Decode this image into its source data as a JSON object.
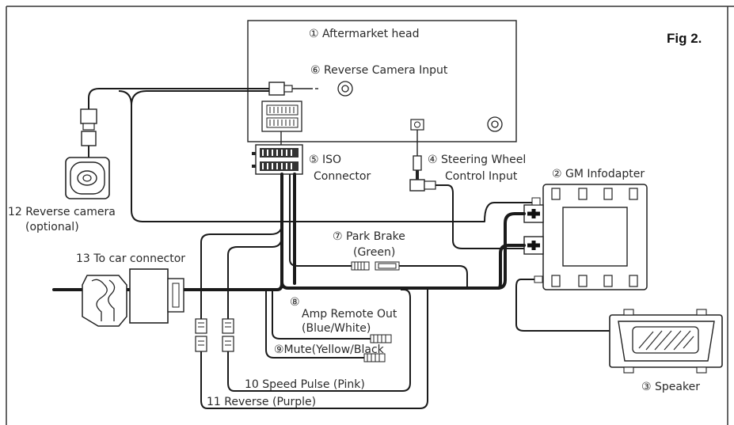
{
  "figure_label": "Fig 2.",
  "components": {
    "head_unit": "① Aftermarket head",
    "reverse_camera_input": "⑥ Reverse Camera Input",
    "iso_connector_line1": "⑤ ISO",
    "iso_connector_line2": "Connector",
    "steering_input_line1": "④ Steering Wheel",
    "steering_input_line2": "Control Input",
    "infodapter": "② GM Infodapter",
    "speaker": "③ Speaker",
    "reverse_camera_line1": "12  Reverse camera",
    "reverse_camera_line2": "(optional)",
    "car_connector": "13 To car connector"
  },
  "wires": {
    "park_brake_line1": "⑦ Park Brake",
    "park_brake_line2": "(Green)",
    "amp_remote_num": "⑧",
    "amp_remote_line1": "Amp Remote Out",
    "amp_remote_line2": "(Blue/White)",
    "mute": "⑨Mute(Yellow/Black",
    "speed_pulse": "10 Speed Pulse (Pink)",
    "reverse": "11  Reverse (Purple)"
  },
  "icons": [
    "camera-icon",
    "rca-jack-icon",
    "iso-plug-icon",
    "steering-jack-icon",
    "infodapter-icon",
    "speaker-icon",
    "car-connector-icon",
    "inline-connector-icon"
  ]
}
